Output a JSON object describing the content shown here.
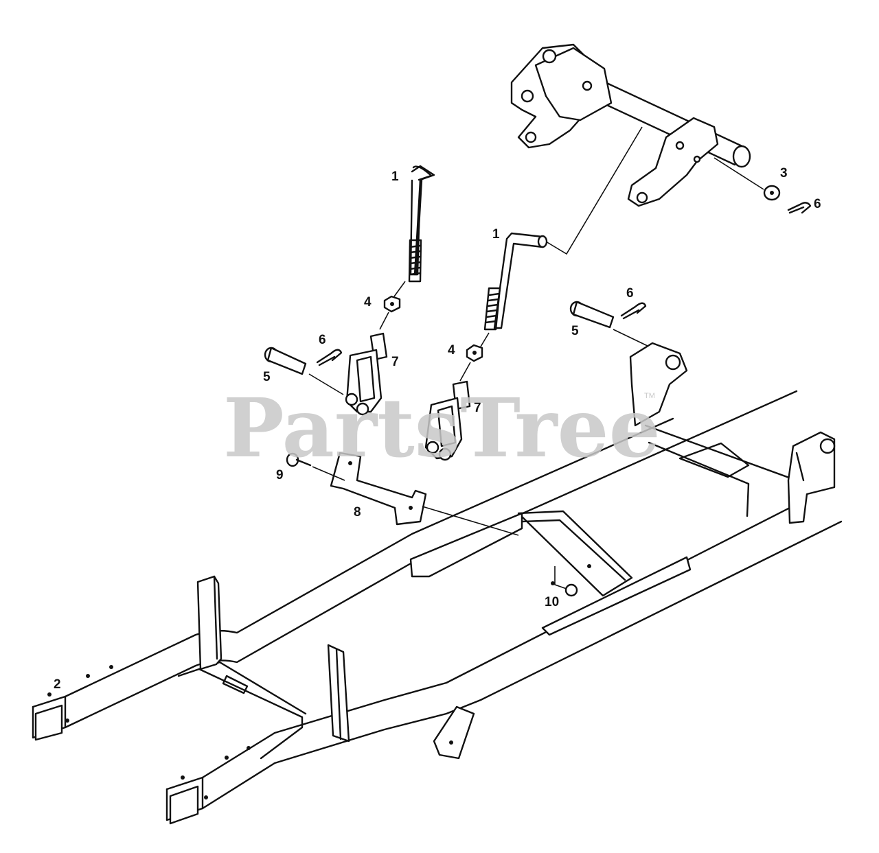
{
  "watermark": {
    "text": "PartsTree",
    "mark": "TM"
  },
  "callouts": [
    {
      "id": "c1a",
      "label": "1"
    },
    {
      "id": "c1b",
      "label": "1"
    },
    {
      "id": "c2",
      "label": "2"
    },
    {
      "id": "c3",
      "label": "3"
    },
    {
      "id": "c4a",
      "label": "4"
    },
    {
      "id": "c4b",
      "label": "4"
    },
    {
      "id": "c5a",
      "label": "5"
    },
    {
      "id": "c5b",
      "label": "5"
    },
    {
      "id": "c6a",
      "label": "6"
    },
    {
      "id": "c6b",
      "label": "6"
    },
    {
      "id": "c6c",
      "label": "6"
    },
    {
      "id": "c7a",
      "label": "7"
    },
    {
      "id": "c7b",
      "label": "7"
    },
    {
      "id": "c8",
      "label": "8"
    },
    {
      "id": "c9",
      "label": "9"
    },
    {
      "id": "c10",
      "label": "10"
    }
  ]
}
